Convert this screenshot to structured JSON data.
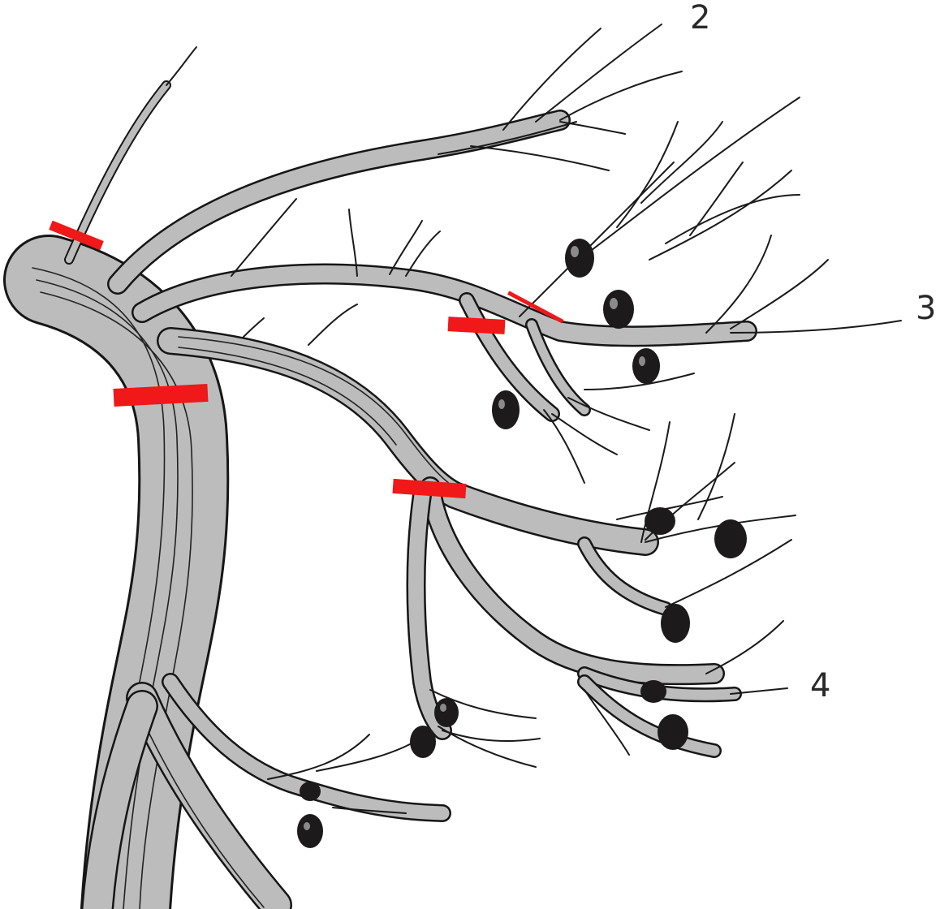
{
  "diagram": {
    "labels": {
      "branch_2": "2",
      "branch_3": "3",
      "branch_4": "4"
    },
    "colors": {
      "wood": "#bcbcbc",
      "outline": "#161616",
      "pruning_cut": "#f01818",
      "olive": "#1c1a1a"
    }
  }
}
